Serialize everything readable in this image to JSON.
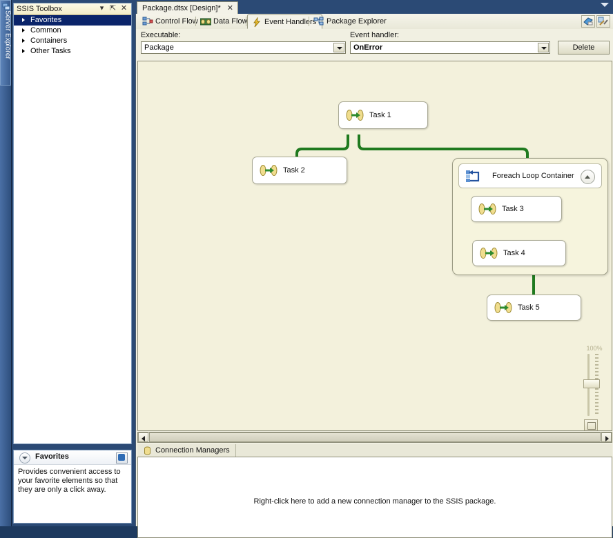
{
  "server_explorer": {
    "label": "Server Explorer",
    "icon": "server-explorer-icon"
  },
  "toolbox": {
    "title": "SSIS Toolbox",
    "buttons": {
      "dropdown": "▾",
      "pin": "⇱",
      "close": "✕"
    },
    "items": [
      {
        "label": "Favorites",
        "selected": true
      },
      {
        "label": "Common",
        "selected": false
      },
      {
        "label": "Containers",
        "selected": false
      },
      {
        "label": "Other Tasks",
        "selected": false
      }
    ]
  },
  "favorites_panel": {
    "title": "Favorites",
    "description": "Provides convenient access to your favorite elements so that they are only a click away."
  },
  "document_tab": {
    "title": "Package.dtsx [Design]*",
    "close": "✕"
  },
  "designer_tabs": [
    {
      "label": "Control Flow",
      "icon": "control-flow-icon",
      "active": false
    },
    {
      "label": "Data Flow",
      "icon": "data-flow-icon",
      "active": false
    },
    {
      "label": "Event Handlers",
      "icon": "event-handlers-icon",
      "active": true
    },
    {
      "label": "Package Explorer",
      "icon": "package-explorer-icon",
      "active": false
    }
  ],
  "corner_icons": [
    {
      "name": "variables-icon"
    },
    {
      "name": "tools-icon"
    }
  ],
  "event_handler_bar": {
    "executable_label": "Executable:",
    "executable_value": "Package",
    "handler_label": "Event handler:",
    "handler_value": "OnError",
    "delete_label": "Delete"
  },
  "canvas": {
    "zoom_percent": "100%",
    "nodes": [
      {
        "id": "task1",
        "label": "Task 1",
        "icon": "data-flow-task-icon"
      },
      {
        "id": "task2",
        "label": "Task 2",
        "icon": "data-flow-task-icon"
      },
      {
        "id": "task3",
        "label": "Task 3",
        "icon": "data-flow-task-icon"
      },
      {
        "id": "task4",
        "label": "Task 4",
        "icon": "data-flow-task-icon"
      },
      {
        "id": "task5",
        "label": "Task 5",
        "icon": "data-flow-task-icon"
      }
    ],
    "container": {
      "label": "Foreach Loop Container",
      "icon": "foreach-loop-icon"
    },
    "connector_color": "#1f7a1f"
  },
  "connection_managers": {
    "tab_label": "Connection Managers",
    "empty_message": "Right-click here to add a new connection manager to the SSIS package."
  }
}
